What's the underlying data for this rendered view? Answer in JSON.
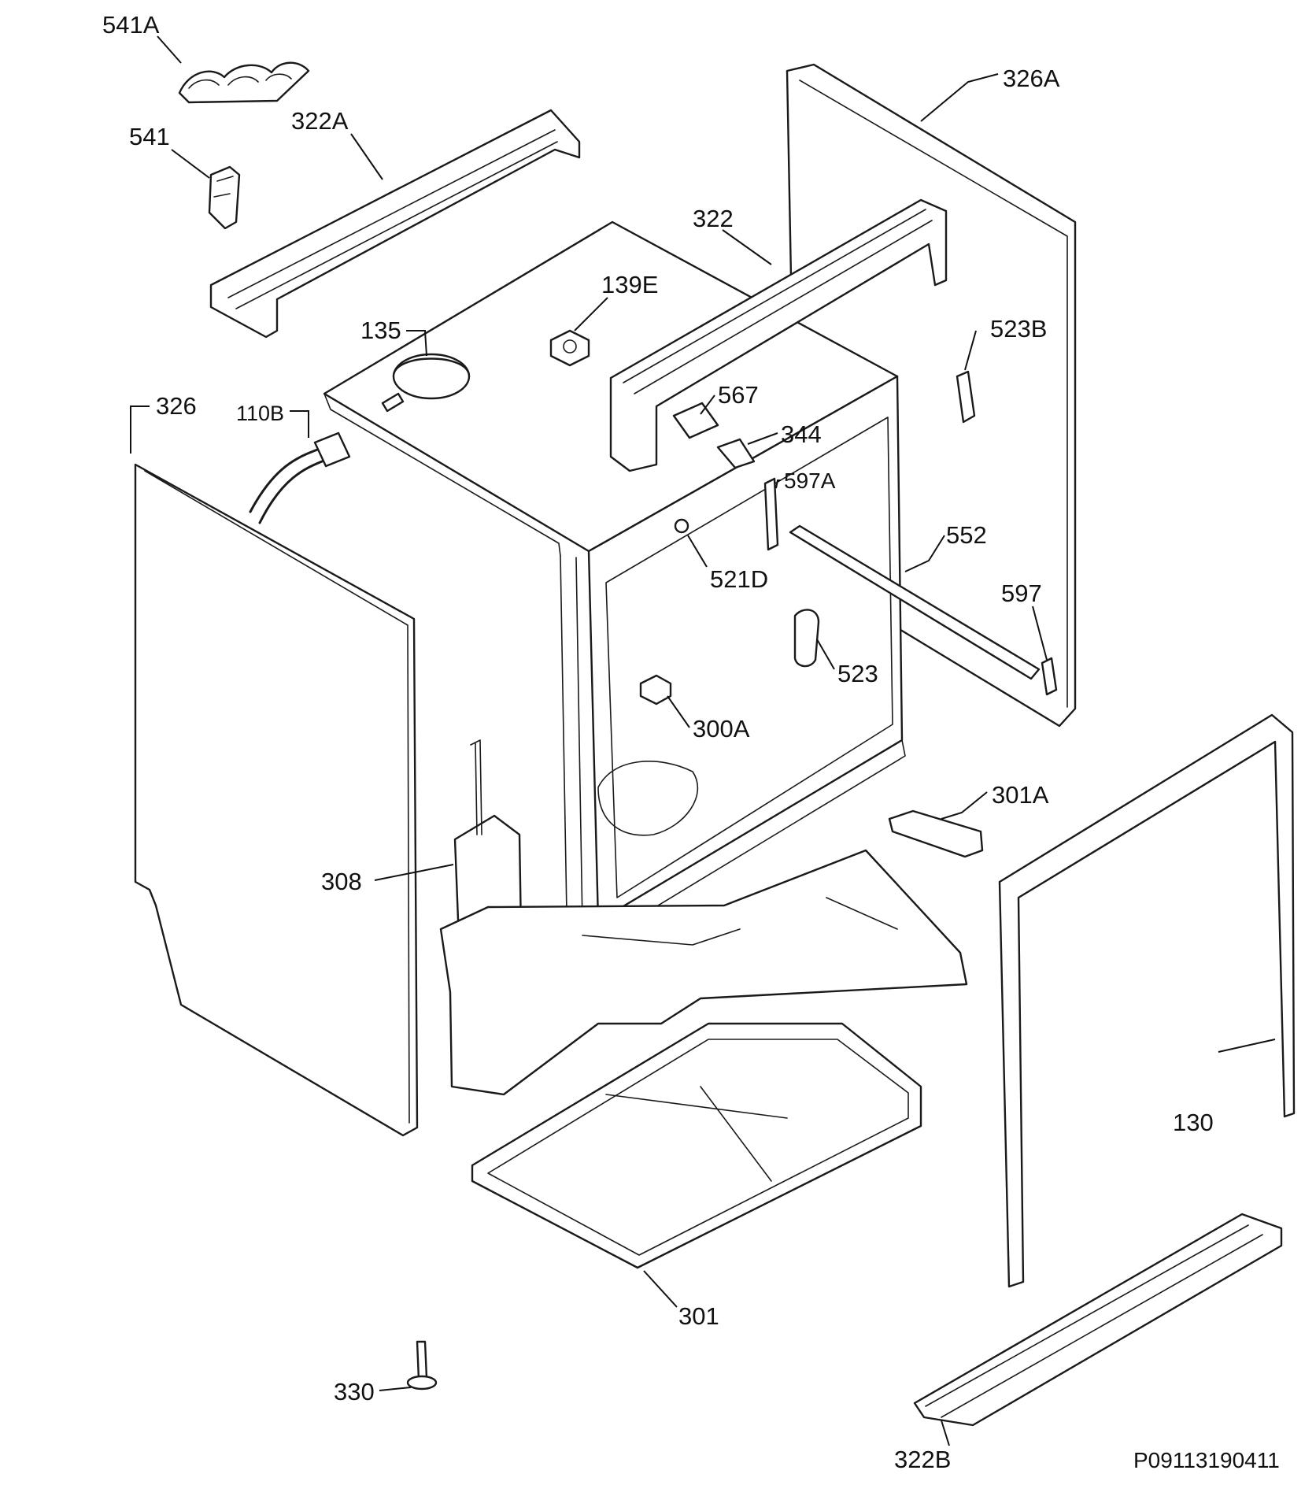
{
  "diagram": {
    "labels": {
      "p541A": "541A",
      "p541": "541",
      "p322A": "322A",
      "p326A": "326A",
      "p322": "322",
      "p139E": "139E",
      "p135": "135",
      "p523B": "523B",
      "p326": "326",
      "p110B": "110B",
      "p567": "567",
      "p344": "344",
      "p597A": "597A",
      "p552": "552",
      "p521D": "521D",
      "p597": "597",
      "p523": "523",
      "p300A": "300A",
      "p301A": "301A",
      "p308": "308",
      "p130": "130",
      "p301": "301",
      "p330": "330",
      "p322B": "322B"
    },
    "drawing_code": "P09113190411"
  }
}
